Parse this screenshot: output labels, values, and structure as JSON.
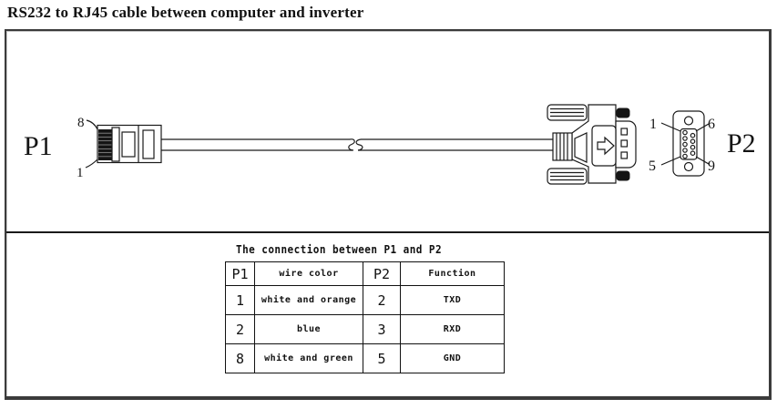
{
  "page_title": "RS232 to RJ45 cable between computer and inverter",
  "diagram": {
    "p1_label": "P1",
    "p2_label": "P2",
    "rj45_top_pin": "8",
    "rj45_bottom_pin": "1",
    "db9_top_left_pin": "1",
    "db9_top_right_pin": "6",
    "db9_bottom_left_pin": "5",
    "db9_bottom_right_pin": "9"
  },
  "connection_table": {
    "title": "The connection between P1 and P2",
    "headers": [
      "P1",
      "wire color",
      "P2",
      "Function"
    ],
    "rows": [
      {
        "p1": "1",
        "wire_color": "white and orange",
        "p2": "2",
        "function": "TXD"
      },
      {
        "p1": "2",
        "wire_color": "blue",
        "p2": "3",
        "function": "RXD"
      },
      {
        "p1": "8",
        "wire_color": "white and green",
        "p2": "5",
        "function": "GND"
      }
    ]
  },
  "colors": {
    "line": "#1a1a1a",
    "background": "#ffffff",
    "frame_border": "#3b3b3b"
  }
}
